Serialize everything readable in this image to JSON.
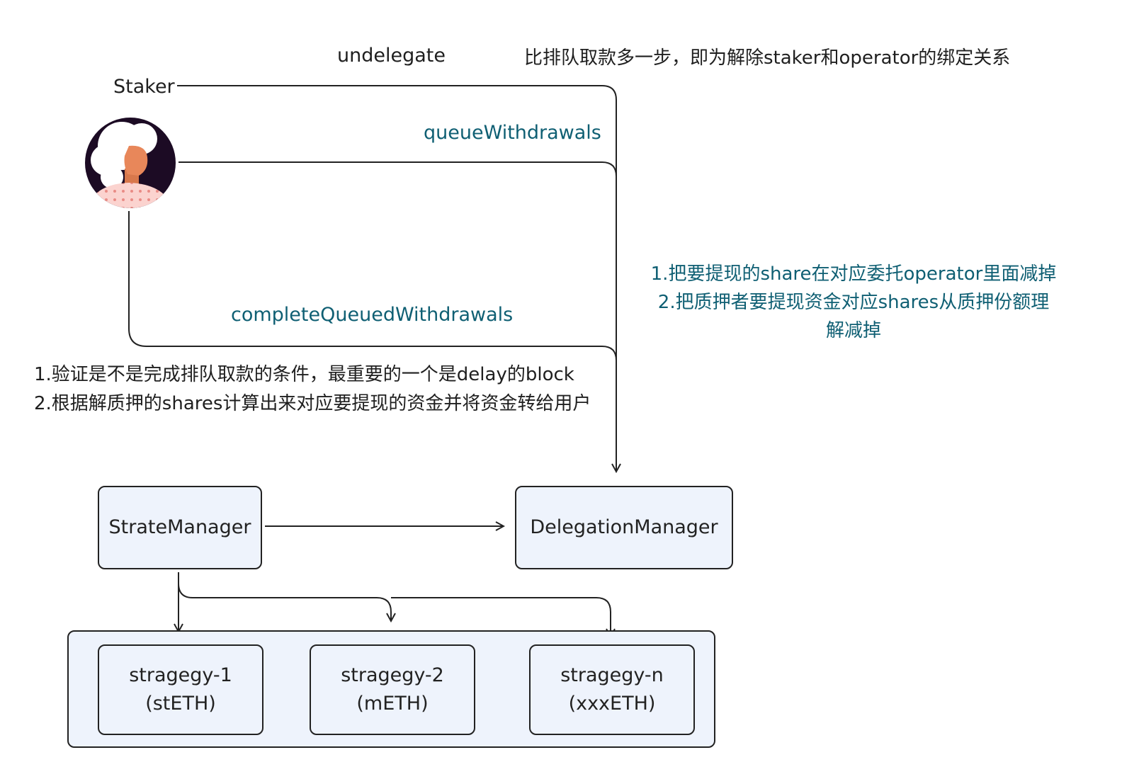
{
  "labels": {
    "undelegate": "undelegate",
    "undelegate_note": "比排队取款多一步，即为解除staker和operator的绑定关系",
    "staker": "Staker",
    "queue_withdrawals": "queueWithdrawals",
    "queue_note": [
      "1.把要提现的share在对应委托operator里面减掉",
      "2.把质押者要提现资金对应shares从质押份额理",
      "解减掉"
    ],
    "complete_queued_withdrawals": "completeQueuedWithdrawals",
    "complete_note": [
      "1.验证是不是完成排队取款的条件，最重要的一个是delay的block",
      "2.根据解质押的shares计算出来对应要提现的资金并将资金转给用户"
    ]
  },
  "nodes": {
    "strate_manager": "StrateManager",
    "delegation_manager": "DelegationManager",
    "strategies": [
      {
        "name": "stragegy-1",
        "asset": "(stETH)"
      },
      {
        "name": "stragegy-2",
        "asset": "(mETH)"
      },
      {
        "name": "stragegy-n",
        "asset": "(xxxETH)"
      }
    ]
  },
  "colors": {
    "teal_text": "#0f5f73",
    "box_fill": "#eef3fc",
    "stroke": "#222222",
    "avatar_bg": "#1c0b24",
    "skin": "#e8875a",
    "hair": "#ffffff",
    "shirt": "#fbd3cf"
  },
  "icons": {
    "staker_avatar": "person-avatar-icon"
  }
}
